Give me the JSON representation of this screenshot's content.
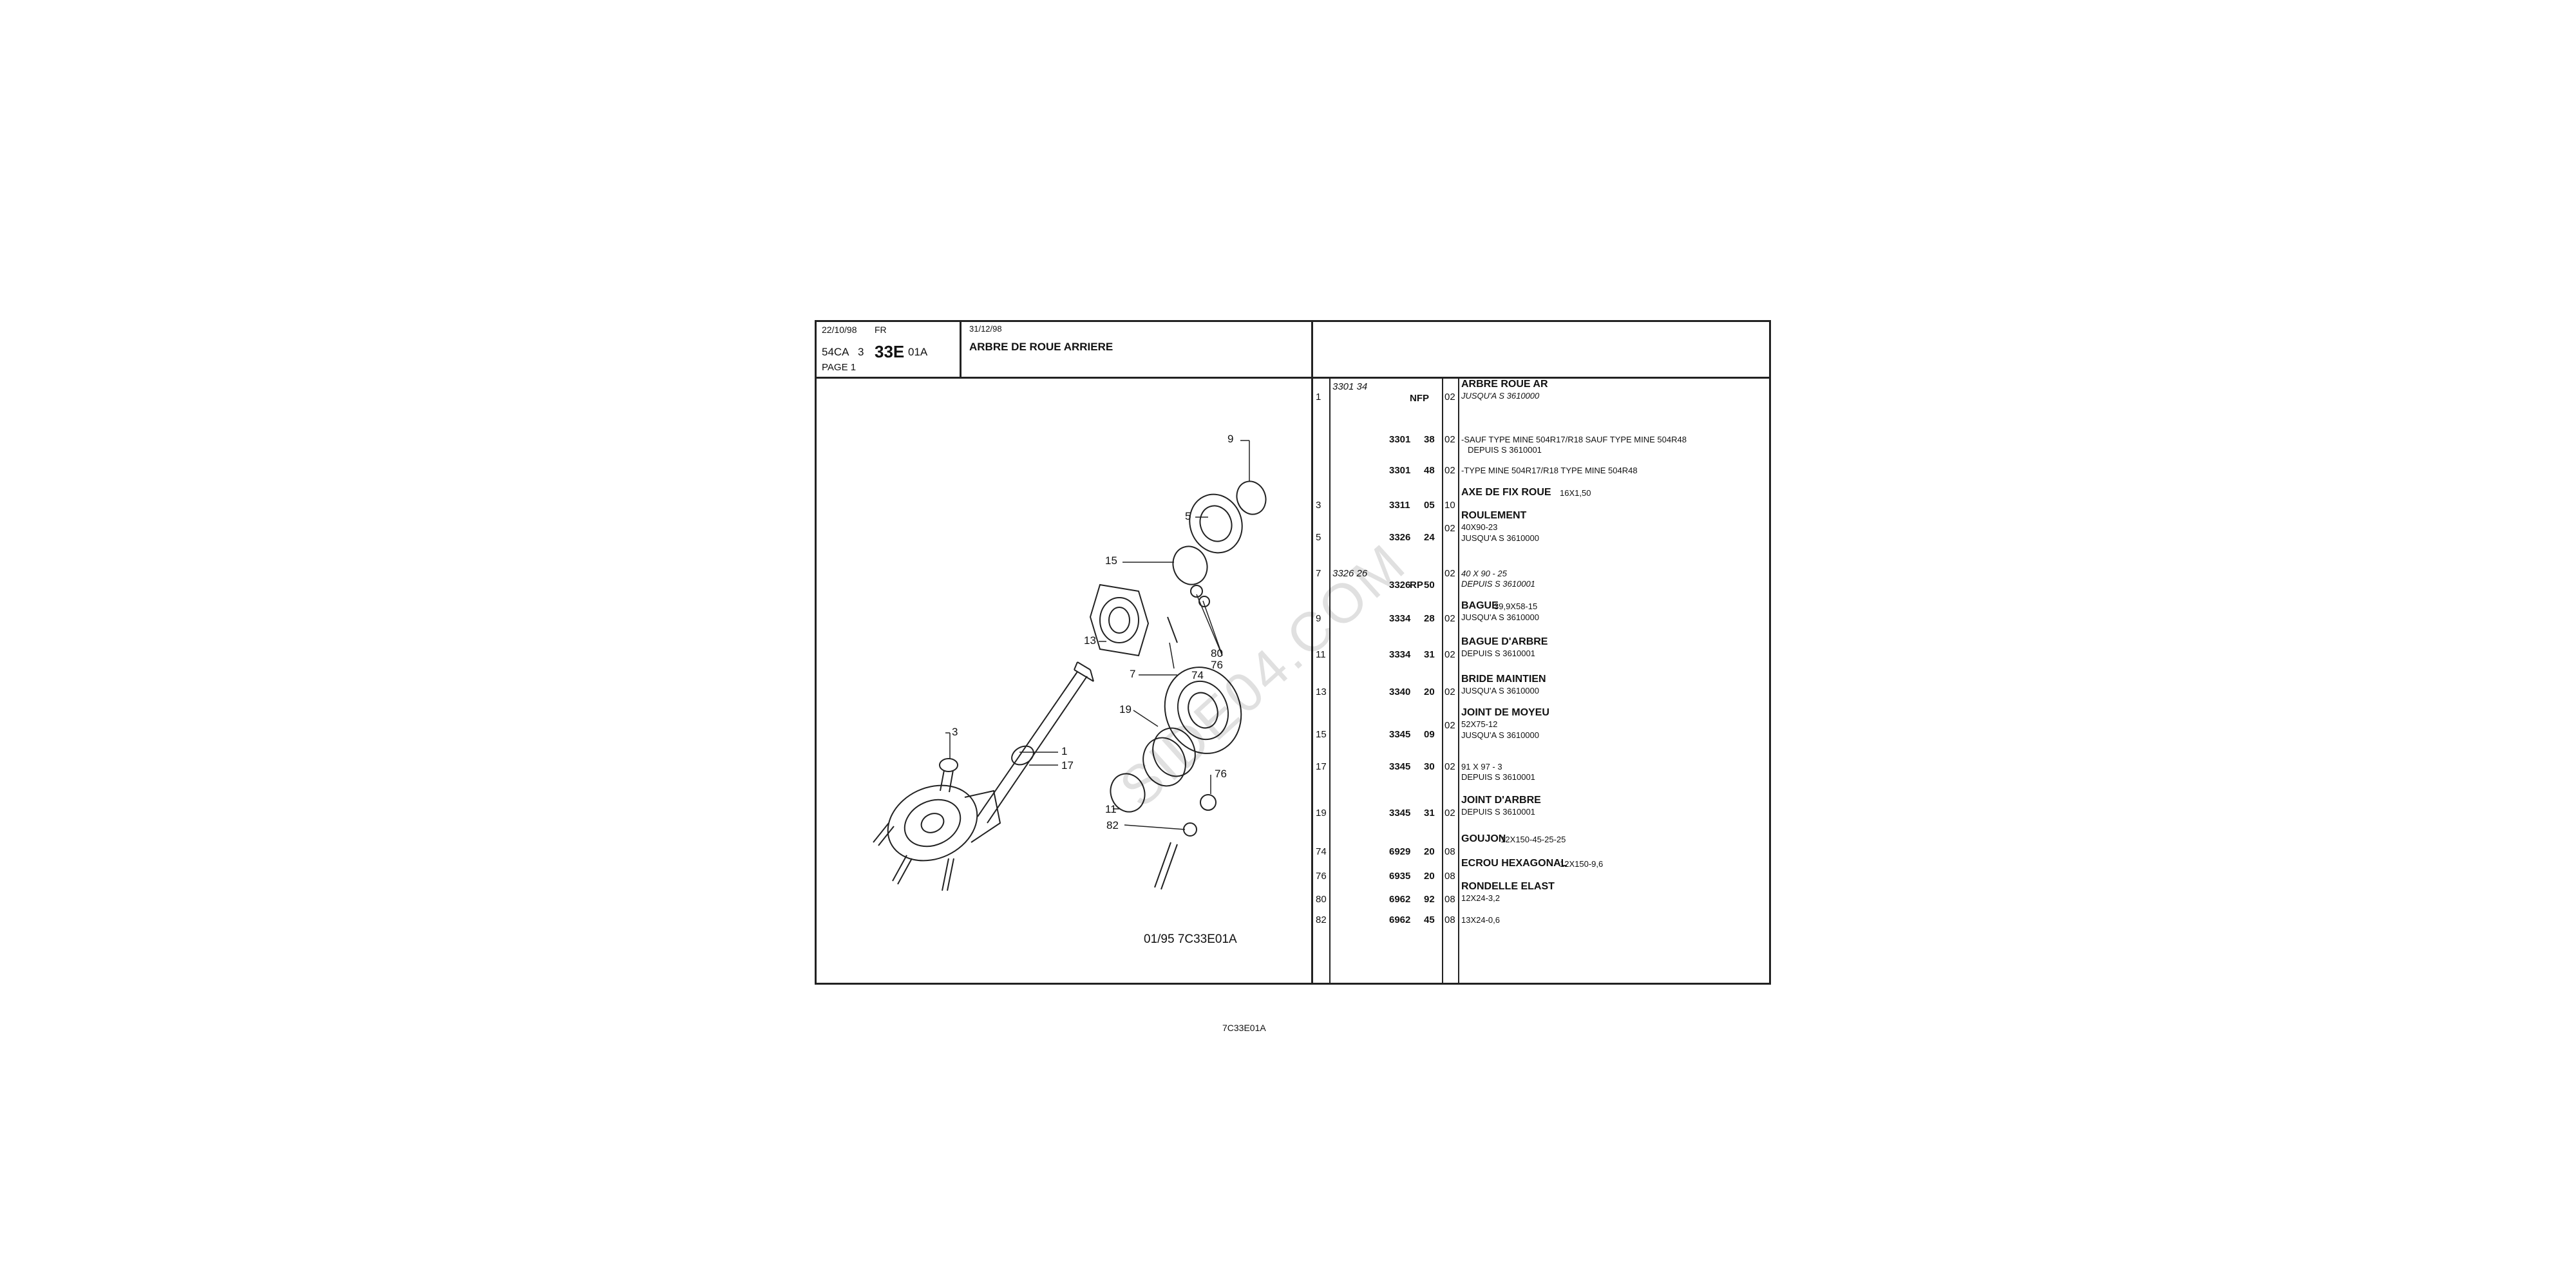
{
  "header": {
    "date1": "22/10/98",
    "lang": "FR",
    "model": "54CA",
    "section": "3",
    "group": "33E",
    "variant": "01A",
    "page": "PAGE 1",
    "date2": "31/12/98",
    "title": "ARBRE DE ROUE ARRIERE"
  },
  "diagram": {
    "ref_label": "01/95 7C33E01A",
    "footer_code": "7C33E01A",
    "callouts": [
      "9",
      "5",
      "15",
      "13",
      "80",
      "76",
      "74",
      "7",
      "19",
      "3",
      "1",
      "17",
      "11",
      "76",
      "82"
    ]
  },
  "watermark": "SIDE04.COM",
  "parts": [
    {
      "idx": "1",
      "alt": "3301  34",
      "rp": "NFP",
      "ref": "",
      "suf": "",
      "qty": "02",
      "desc_b": "ARBRE ROUE AR",
      "desc": "",
      "sub": [
        "JUSQU'A S 3610000"
      ],
      "italic": true
    },
    {
      "idx": "",
      "alt": "",
      "rp": "",
      "ref": "3301",
      "suf": "38",
      "qty": "02",
      "desc_b": "",
      "desc": "-SAUF TYPE MINE 504R17/R18 SAUF TYPE MINE 504R48",
      "sub": [
        "DEPUIS S 3610001"
      ],
      "italic": false
    },
    {
      "idx": "",
      "alt": "",
      "rp": "",
      "ref": "3301",
      "suf": "48",
      "qty": "02",
      "desc_b": "",
      "desc": "-TYPE MINE 504R17/R18 TYPE MINE 504R48",
      "sub": [],
      "italic": false
    },
    {
      "idx": "3",
      "alt": "",
      "rp": "",
      "ref": "3311",
      "suf": "05",
      "qty": "10",
      "desc_b": "AXE DE FIX ROUE",
      "desc": " 16X1,50",
      "sub": [],
      "italic": false
    },
    {
      "idx": "5",
      "alt": "",
      "rp": "",
      "ref": "3326",
      "suf": "24",
      "qty": "02",
      "desc_b": "ROULEMENT",
      "desc": "",
      "sub": [
        "40X90-23",
        "JUSQU'A S 3610000"
      ],
      "italic": false
    },
    {
      "idx": "7",
      "alt": "3326  26",
      "rp": "RP",
      "ref": "3326",
      "suf": "50",
      "qty": "02",
      "desc_b": "",
      "desc": "40 X 90 - 25",
      "sub": [
        "DEPUIS S 3610001"
      ],
      "italic": true
    },
    {
      "idx": "9",
      "alt": "",
      "rp": "",
      "ref": "3334",
      "suf": "28",
      "qty": "02",
      "desc_b": "BAGUE",
      "desc": " 39,9X58-15",
      "sub": [
        "JUSQU'A S 3610000"
      ],
      "italic": false
    },
    {
      "idx": "11",
      "alt": "",
      "rp": "",
      "ref": "3334",
      "suf": "31",
      "qty": "02",
      "desc_b": "BAGUE D'ARBRE",
      "desc": "",
      "sub": [
        "DEPUIS S 3610001"
      ],
      "italic": false
    },
    {
      "idx": "13",
      "alt": "",
      "rp": "",
      "ref": "3340",
      "suf": "20",
      "qty": "02",
      "desc_b": "BRIDE MAINTIEN",
      "desc": "",
      "sub": [
        "JUSQU'A S 3610000"
      ],
      "italic": false
    },
    {
      "idx": "15",
      "alt": "",
      "rp": "",
      "ref": "3345",
      "suf": "09",
      "qty": "02",
      "desc_b": "JOINT DE MOYEU",
      "desc": "",
      "sub": [
        "52X75-12",
        "JUSQU'A S 3610000"
      ],
      "italic": false
    },
    {
      "idx": "17",
      "alt": "",
      "rp": "",
      "ref": "3345",
      "suf": "30",
      "qty": "02",
      "desc_b": "",
      "desc": "91 X 97 - 3",
      "sub": [
        "DEPUIS S 3610001"
      ],
      "italic": false
    },
    {
      "idx": "19",
      "alt": "",
      "rp": "",
      "ref": "3345",
      "suf": "31",
      "qty": "02",
      "desc_b": "JOINT D'ARBRE",
      "desc": "",
      "sub": [
        "DEPUIS S 3610001"
      ],
      "italic": false
    },
    {
      "idx": "74",
      "alt": "",
      "rp": "",
      "ref": "6929",
      "suf": "20",
      "qty": "08",
      "desc_b": "GOUJON",
      "desc": " 12X150-45-25-25",
      "sub": [],
      "italic": false
    },
    {
      "idx": "76",
      "alt": "",
      "rp": "",
      "ref": "6935",
      "suf": "20",
      "qty": "08",
      "desc_b": "ECROU HEXAGONAL",
      "desc": " 12X150-9,6",
      "sub": [],
      "italic": false
    },
    {
      "idx": "80",
      "alt": "",
      "rp": "",
      "ref": "6962",
      "suf": "92",
      "qty": "08",
      "desc_b": "RONDELLE ELAST",
      "desc": "",
      "sub": [
        "12X24-3,2"
      ],
      "italic": false
    },
    {
      "idx": "82",
      "alt": "",
      "rp": "",
      "ref": "6962",
      "suf": "45",
      "qty": "08",
      "desc_b": "",
      "desc": "13X24-0,6",
      "sub": [],
      "italic": false
    }
  ]
}
